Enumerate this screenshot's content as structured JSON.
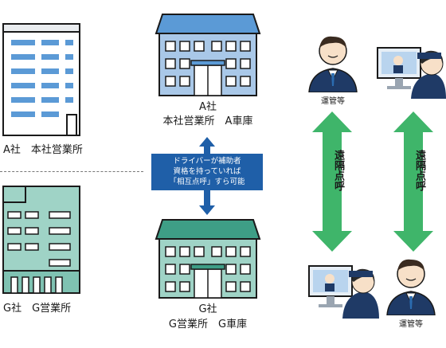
{
  "left": {
    "a_office_label": "A社　本社営業所",
    "g_office_label": "G社　G営業所"
  },
  "center": {
    "a_building_line1": "A社",
    "a_building_line2": "本社営業所　A車庫",
    "callout_lines": [
      "ドライバーが補助者",
      "資格を持っていれば",
      "「相互点呼」すら可能"
    ],
    "g_building_line1": "G社",
    "g_building_line2": "G営業所　G車庫"
  },
  "right": {
    "top_manager_label": "運管等",
    "bottom_manager_label": "運管等",
    "remote_call_label": "遠隔点呼",
    "remote_call_label_2": "遠隔点呼"
  },
  "colors": {
    "blue_building": "#a9c8e8",
    "blue_roof": "#5b9ad6",
    "teal_building": "#9fd3c6",
    "teal_roof": "#3e9e86",
    "green_arrow": "#3fb56a",
    "callout_bg": "#1f5fa8"
  }
}
